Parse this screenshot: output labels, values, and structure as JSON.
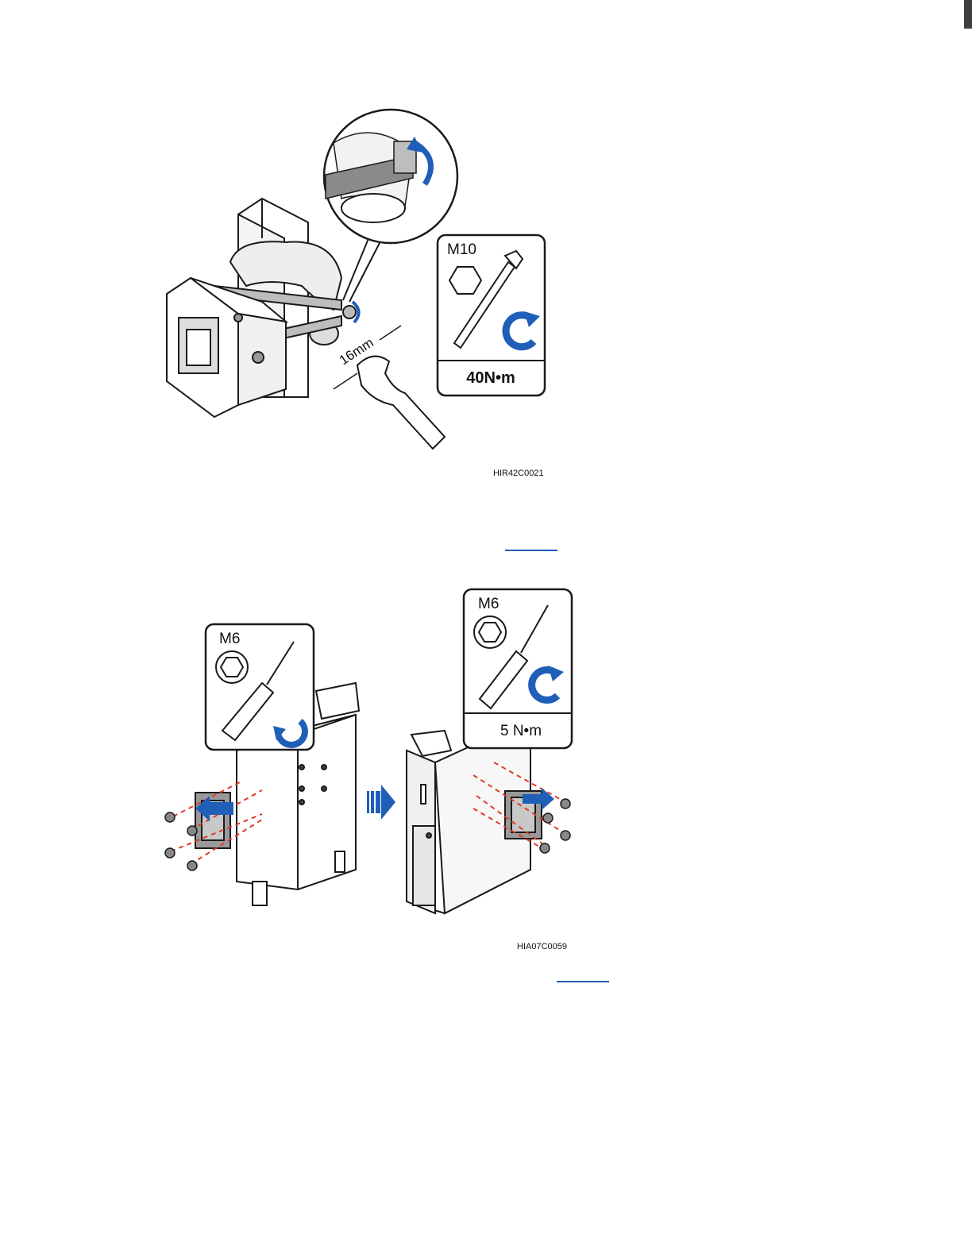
{
  "figure1": {
    "id": "HIR42C0021",
    "bolt": "M10",
    "torque": "40N•m",
    "wrench_size": "16mm"
  },
  "figure2": {
    "id": "HIA07C0059",
    "left_screw": "M6",
    "right_screw": "M6",
    "torque": "5 N•m"
  },
  "colors": {
    "accent": "#1f5fb8",
    "dash": "#e03b2a",
    "line": "#1a1a1a"
  },
  "icons": [
    "hexagon-icon",
    "torque-wrench-icon",
    "screwdriver-icon",
    "rotate-cw-icon",
    "rotate-ccw-icon",
    "arrow-right-icon"
  ]
}
